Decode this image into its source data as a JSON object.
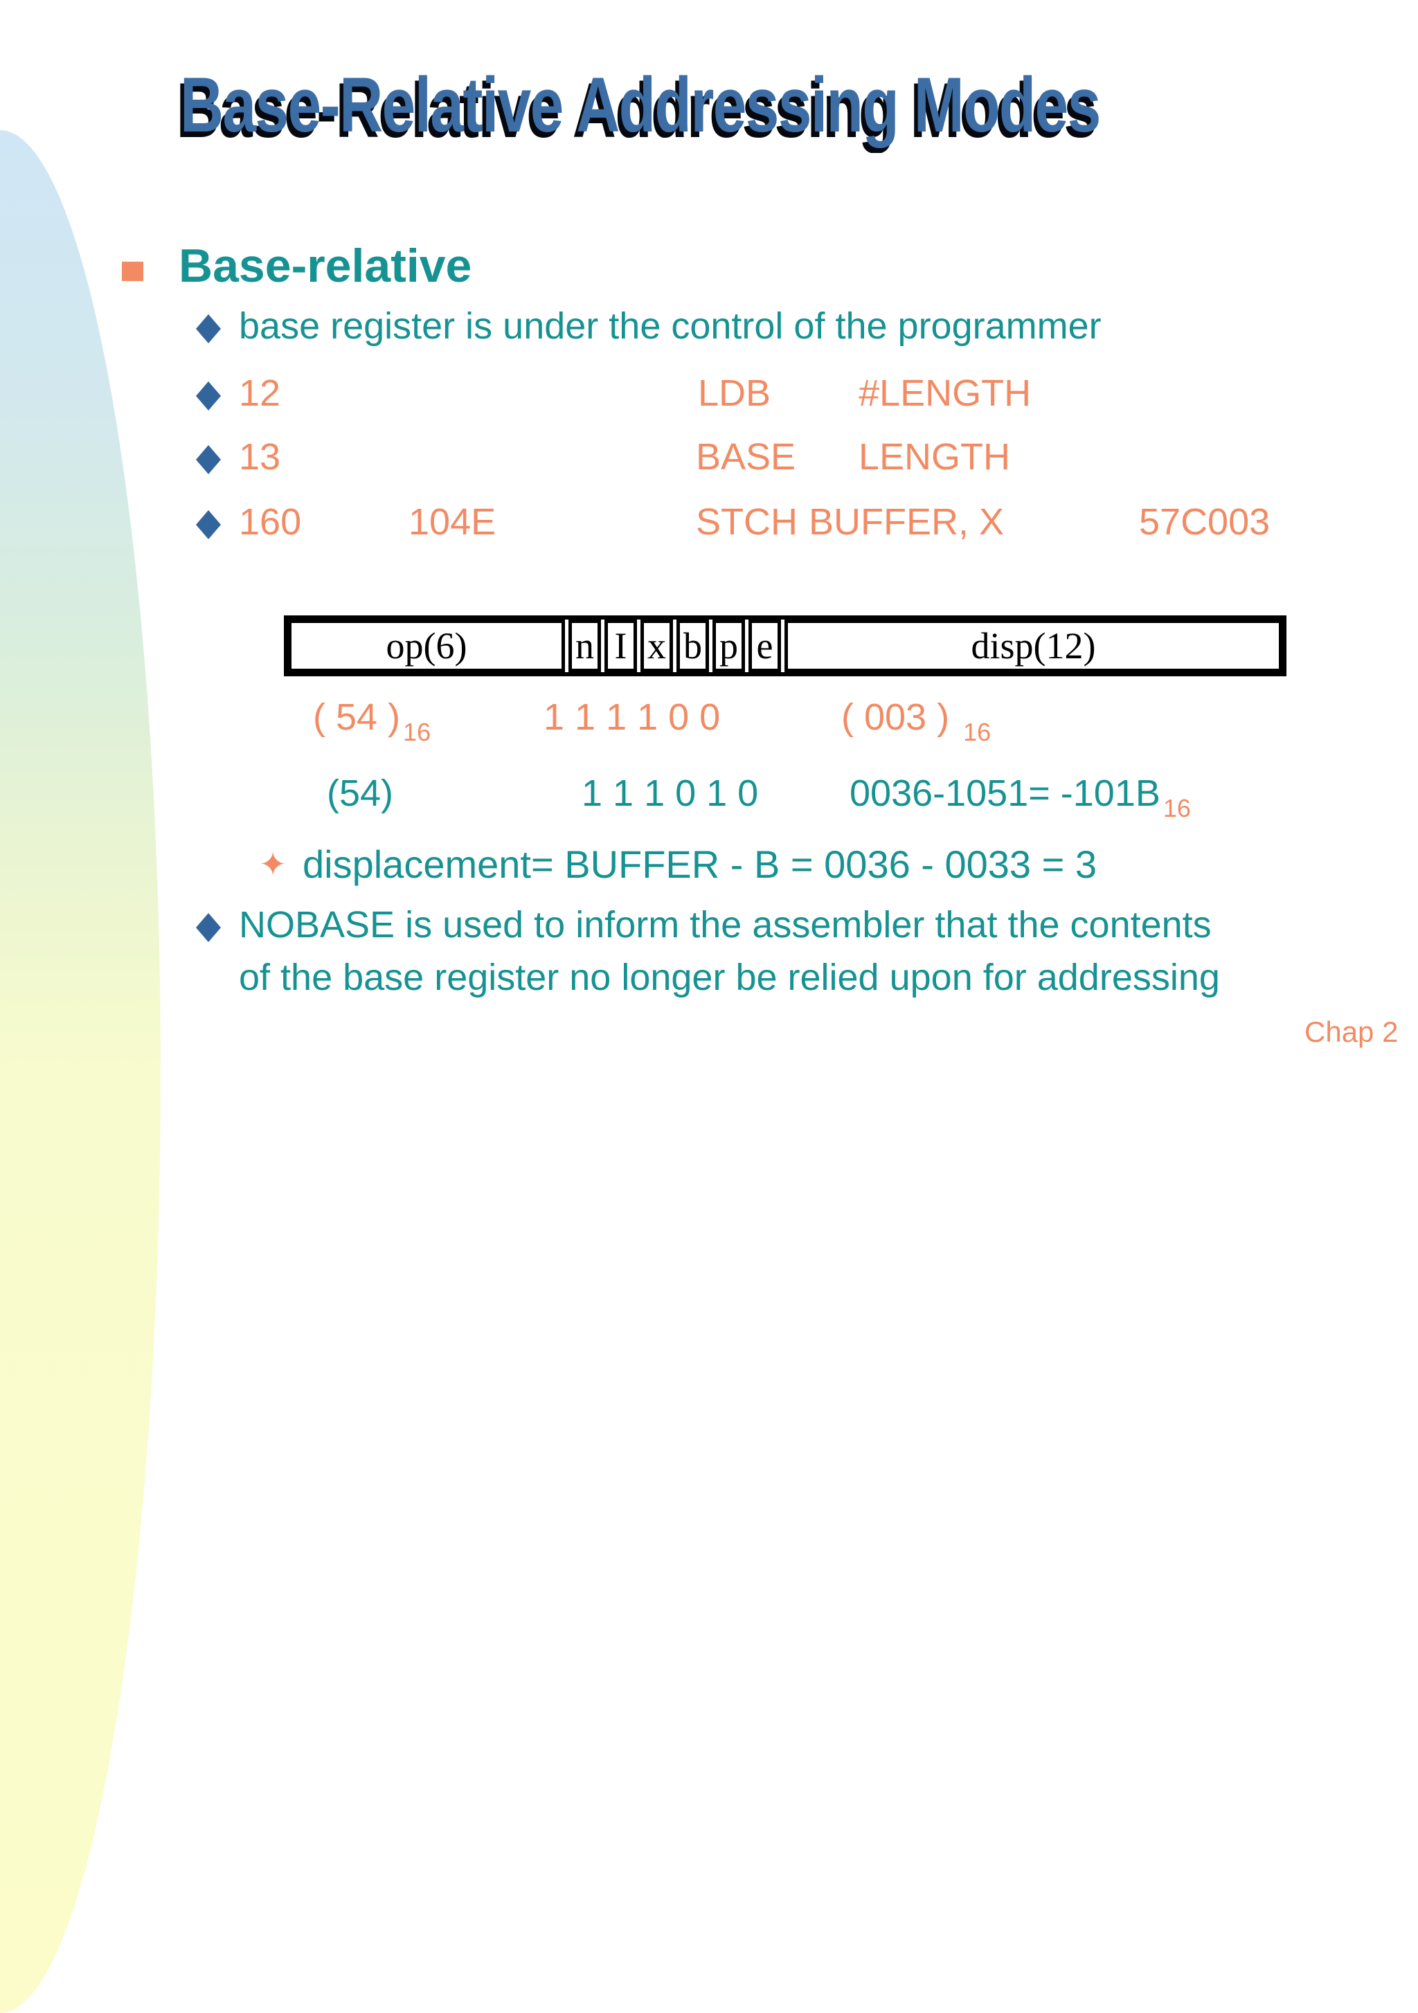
{
  "slide": {
    "title": "Base-Relative Addressing Modes",
    "heading": "Base-relative",
    "bullets": {
      "b1": "base register is under the control of the programmer",
      "displacement": "displacement= BUFFER - B = 0036 - 0033 = 3",
      "nobase_line1": "NOBASE is used to inform the assembler that the contents",
      "nobase_line2": "of the base register no longer be relied upon for addressing"
    },
    "code_rows": [
      {
        "line": "12",
        "op": "LDB",
        "operand": "#LENGTH"
      },
      {
        "line": "13",
        "op": "BASE",
        "operand": "LENGTH"
      },
      {
        "line": "160",
        "loc": "104E",
        "op": "STCH",
        "operand": "BUFFER, X",
        "object": "57C003"
      }
    ],
    "format_table": {
      "cells": [
        "op(6)",
        "n",
        "I",
        "x",
        "b",
        "p",
        "e",
        "disp(12)"
      ]
    },
    "encoding_rows": [
      {
        "opcode": "( 54 )",
        "opcode_sub": "16",
        "bits": "1 1 1 1 0 0",
        "disp": "( 003 )",
        "disp_sub": "16"
      },
      {
        "opcode": "(54)",
        "bits": "1 1 1 0 1 0",
        "disp": "0036-1051= -101B",
        "disp_sub": "16"
      }
    ],
    "footer": "Chap 2",
    "icons": {
      "level1_bullet": "square-bullet-icon",
      "level2_bullet": "diamond-bullet-icon",
      "level3_bullet": "sparkle-bullet-icon"
    },
    "colors": {
      "title_blue": "#3c6da5",
      "title_shadow": "#06080f",
      "teal": "#179292",
      "orange": "#f28b64",
      "diamond_blue": "#31659c",
      "table_border": "#000000"
    }
  }
}
